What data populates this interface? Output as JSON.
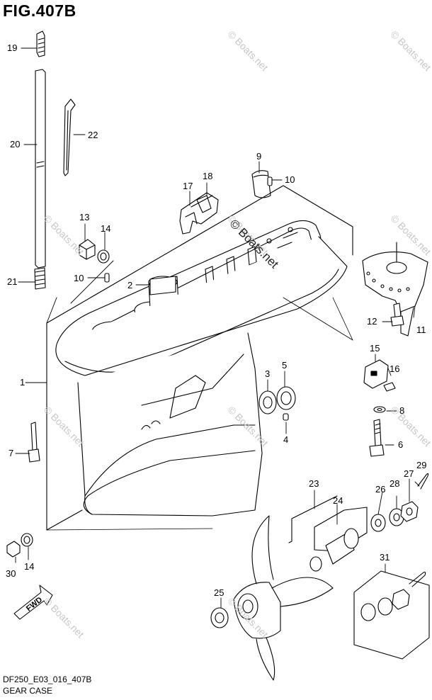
{
  "figure": {
    "title": "FIG.407B",
    "code": "DF250_E03_016_407B",
    "subtitle": "GEAR CASE",
    "watermark": "© Boats.net",
    "fwd_label": "FWD"
  },
  "callouts": [
    {
      "id": "19",
      "label": "19"
    },
    {
      "id": "20",
      "label": "20"
    },
    {
      "id": "22",
      "label": "22"
    },
    {
      "id": "9",
      "label": "9"
    },
    {
      "id": "10a",
      "label": "10"
    },
    {
      "id": "17",
      "label": "17"
    },
    {
      "id": "18",
      "label": "18"
    },
    {
      "id": "13",
      "label": "13"
    },
    {
      "id": "14a",
      "label": "14"
    },
    {
      "id": "10b",
      "label": "10"
    },
    {
      "id": "2",
      "label": "2"
    },
    {
      "id": "21",
      "label": "21"
    },
    {
      "id": "12",
      "label": "12"
    },
    {
      "id": "11",
      "label": "11"
    },
    {
      "id": "15",
      "label": "15"
    },
    {
      "id": "16",
      "label": "16"
    },
    {
      "id": "1",
      "label": "1"
    },
    {
      "id": "3",
      "label": "3"
    },
    {
      "id": "5",
      "label": "5"
    },
    {
      "id": "8",
      "label": "8"
    },
    {
      "id": "4",
      "label": "4"
    },
    {
      "id": "7",
      "label": "7"
    },
    {
      "id": "6",
      "label": "6"
    },
    {
      "id": "29",
      "label": "29"
    },
    {
      "id": "23",
      "label": "23"
    },
    {
      "id": "27",
      "label": "27"
    },
    {
      "id": "28",
      "label": "28"
    },
    {
      "id": "26",
      "label": "26"
    },
    {
      "id": "24",
      "label": "24"
    },
    {
      "id": "30",
      "label": "30"
    },
    {
      "id": "14b",
      "label": "14"
    },
    {
      "id": "31",
      "label": "31"
    },
    {
      "id": "25",
      "label": "25"
    }
  ]
}
